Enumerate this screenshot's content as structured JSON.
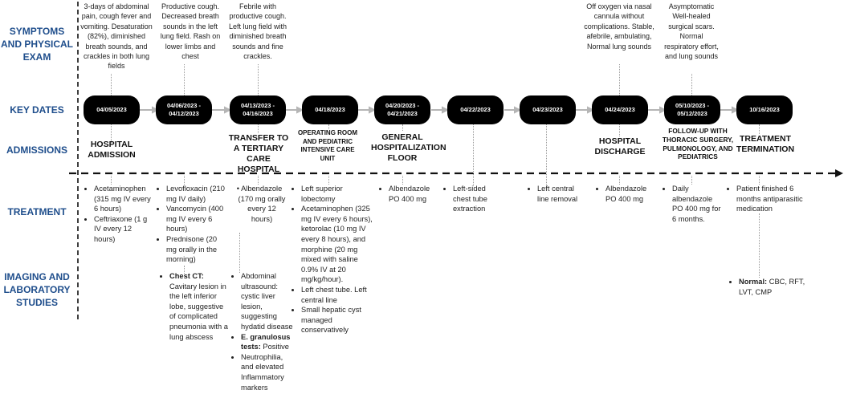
{
  "row_labels": {
    "symptoms": "SYMPTOMS AND PHYSICAL EXAM",
    "key_dates": "KEY DATES",
    "admissions": "ADMISSIONS",
    "treatment": "TREATMENT",
    "imaging": "IMAGING AND LABORATORY STUDIES"
  },
  "dates": [
    "04/05/2023",
    "04/06/2023 - 04/12/2023",
    "04/13/2023 - 04/16/2023",
    "04/18/2023",
    "04/20/2023 - 04/21/2023",
    "04/22/2023",
    "04/23/2023",
    "04/24/2023",
    "05/10/2023 - 05/12/2023",
    "10/16/2023"
  ],
  "symptoms": {
    "s1": "3-days of abdominal pain, cough fever and vomiting. Desaturation (82%), diminished breath sounds, and crackles in both lung fields",
    "s2": "Productive cough. Decreased breath sounds in the left lung field. Rash on lower limbs and chest",
    "s3": "Febrile with productive cough. Left lung field with diminished breath sounds and fine crackles.",
    "s8": "Off oxygen via nasal cannula without complications. Stable, afebrile, ambulating, Normal lung sounds",
    "s9": "Asymptomatic Well-healed surgical scars. Normal respiratory effort, and lung sounds"
  },
  "admissions": {
    "a1": "HOSPITAL ADMISSION",
    "a3": "TRANSFER TO A TERTIARY CARE HOSPITAL",
    "a4": "OPERATING ROOM AND PEDIATRIC INTENSIVE CARE UNIT",
    "a5": "GENERAL HOSPITALIZATION FLOOR",
    "a8": "HOSPITAL DISCHARGE",
    "a9": "FOLLOW-UP WITH THORACIC SURGERY, PULMONOLOGY, AND PEDIATRICS",
    "a10": "TREATMENT TERMINATION"
  },
  "treatment": {
    "t1": [
      "Acetaminophen (315 mg IV every 6 hours)",
      "Ceftriaxone (1 g IV every 12 hours)"
    ],
    "t2": [
      "Levofloxacin (210 mg IV daily)",
      "Vancomycin (400 mg IV every 6 hours)",
      "Prednisone (20 mg orally in the morning)"
    ],
    "t3": "Albendazole (170 mg orally every 12 hours)",
    "t4": [
      "Left superior lobectomy",
      "Acetaminophen (325 mg IV every 6 hours), ketorolac (10 mg IV every 8 hours), and morphine (20 mg mixed with saline 0.9% IV at 20 mg/kg/hour).",
      "Left chest tube. Left central line",
      "Small hepatic cyst managed conservatively"
    ],
    "t5": "Albendazole PO 400 mg",
    "t6": "Left-sided chest tube extraction",
    "t7": "Left central line removal",
    "t8": "Albendazole PO 400 mg",
    "t9": "Daily albendazole PO 400 mg for 6 months.",
    "t10": "Patient finished 6 months antiparasitic medication"
  },
  "imaging": {
    "ct_label": "Chest CT:",
    "ct_text": "Cavitary lesion in the left inferior lobe, suggestive of complicated pneumonia with a lung abscess",
    "us_text": "Abdominal ultrasound: cystic liver lesion, suggesting hydatid disease",
    "eg_label": "E. granulosus tests:",
    "eg_text": "Positive",
    "neu_text": "Neutrophilia, and elevated Inflammatory markers",
    "normal_label": "Normal:",
    "normal_text": "CBC, RFT, LVT, CMP"
  }
}
